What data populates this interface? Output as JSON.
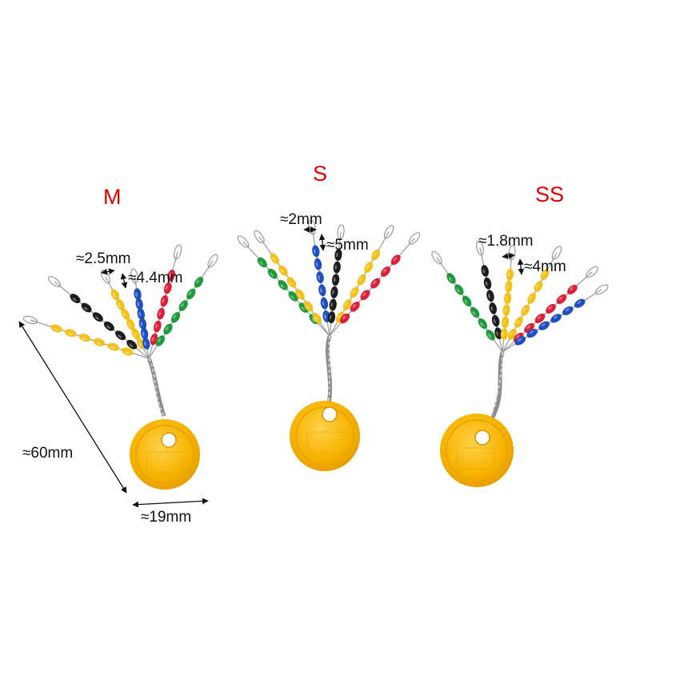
{
  "colors": {
    "background": "#ffffff",
    "size_label": "#e00000",
    "dimension_text": "#111111",
    "bead_yellow": "#f2c21a",
    "bead_black": "#1c1c1c",
    "bead_blue": "#1f4fbf",
    "bead_red": "#d9213a",
    "bead_green": "#1e9a3c",
    "sinker": "#f5b400",
    "wire": "#9a9a9a"
  },
  "products": [
    {
      "size_label": "M",
      "bead_spacing": "≈2.5mm",
      "bead_length": "≈4.4mm",
      "strand_colors": [
        "yellow",
        "black",
        "yellow",
        "blue",
        "red",
        "green"
      ]
    },
    {
      "size_label": "S",
      "bead_spacing": "≈2mm",
      "bead_length": "≈5mm",
      "strand_colors": [
        "green",
        "yellow",
        "blue",
        "black",
        "yellow",
        "red"
      ]
    },
    {
      "size_label": "SS",
      "bead_spacing": "≈1.8mm",
      "bead_length": "≈4mm",
      "strand_colors": [
        "green",
        "black",
        "yellow",
        "yellow",
        "red",
        "blue"
      ]
    }
  ],
  "overall_length": "≈60mm",
  "sinker_diameter": "≈19mm"
}
